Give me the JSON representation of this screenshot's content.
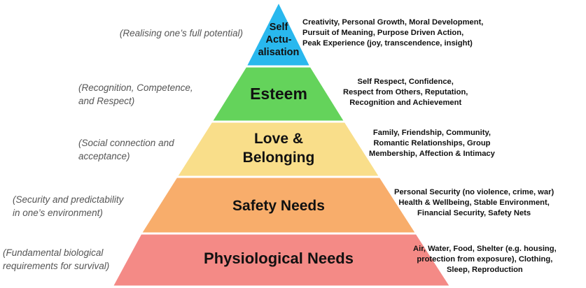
{
  "colors": {
    "self_actualisation": "#29b8ee",
    "esteem": "#64d35b",
    "love_belonging": "#f9de8a",
    "safety": "#f8ad6b",
    "physiological": "#f48a86",
    "border": "#ffffff"
  },
  "tiers": [
    {
      "label_lines": [
        "Self",
        "Actu-",
        "alisation"
      ],
      "description_lines": [
        "(Realising one’s full potential)"
      ],
      "examples_lines": [
        "Creativity, Personal Growth, Moral Development,",
        "Pursuit of Meaning, Purpose Driven Action,",
        "Peak Experience (joy, transcendence, insight)"
      ]
    },
    {
      "label_lines": [
        "Esteem"
      ],
      "description_lines": [
        "(Recognition, Competence,",
        "and Respect)"
      ],
      "examples_lines": [
        "Self Respect, Confidence,",
        "Respect from Others, Reputation,",
        "Recognition and Achievement"
      ]
    },
    {
      "label_lines": [
        "Love &",
        "Belonging"
      ],
      "description_lines": [
        "(Social connection and",
        "acceptance)"
      ],
      "examples_lines": [
        "Family, Friendship, Community,",
        "Romantic Relationships, Group",
        "Membership, Affection & Intimacy"
      ]
    },
    {
      "label_lines": [
        "Safety Needs"
      ],
      "description_lines": [
        "(Security and predictability",
        "in one’s environment)"
      ],
      "examples_lines": [
        "Personal Security (no violence, crime, war)",
        "Health & Wellbeing, Stable Environment,",
        "Financial Security, Safety Nets"
      ]
    },
    {
      "label_lines": [
        "Physiological Needs"
      ],
      "description_lines": [
        "(Fundamental biological",
        "requirements for survival)"
      ],
      "examples_lines": [
        "Air, Water, Food, Shelter (e.g. housing,",
        "protection from exposure), Clothing,",
        "Sleep, Reproduction"
      ]
    }
  ]
}
